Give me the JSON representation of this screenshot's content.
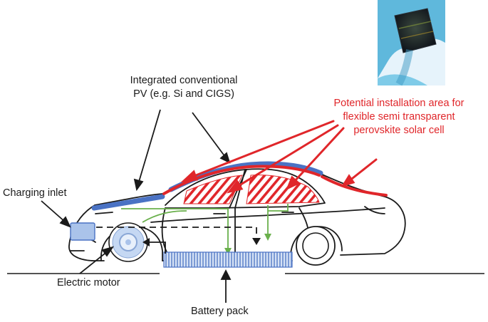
{
  "labels": {
    "pv_line1": "Integrated conventional",
    "pv_line2": "PV (e.g. Si and CIGS)",
    "potential_line1": "Potential installation area for",
    "potential_line2": "flexible semi transparent",
    "potential_line3": "perovskite solar cell",
    "charging_inlet": "Charging inlet",
    "electric_motor": "Electric motor",
    "battery_pack": "Battery pack"
  },
  "colors": {
    "conventional_pv": "#4a72c4",
    "perovskite": "#e0262a",
    "power_flow": "#6ab04c",
    "component_fill": "#aac3ea",
    "outline": "#1a1a1a"
  },
  "icons": {
    "perovskite_sample_photo": "perovskite-film-in-gloved-hand-photo"
  }
}
